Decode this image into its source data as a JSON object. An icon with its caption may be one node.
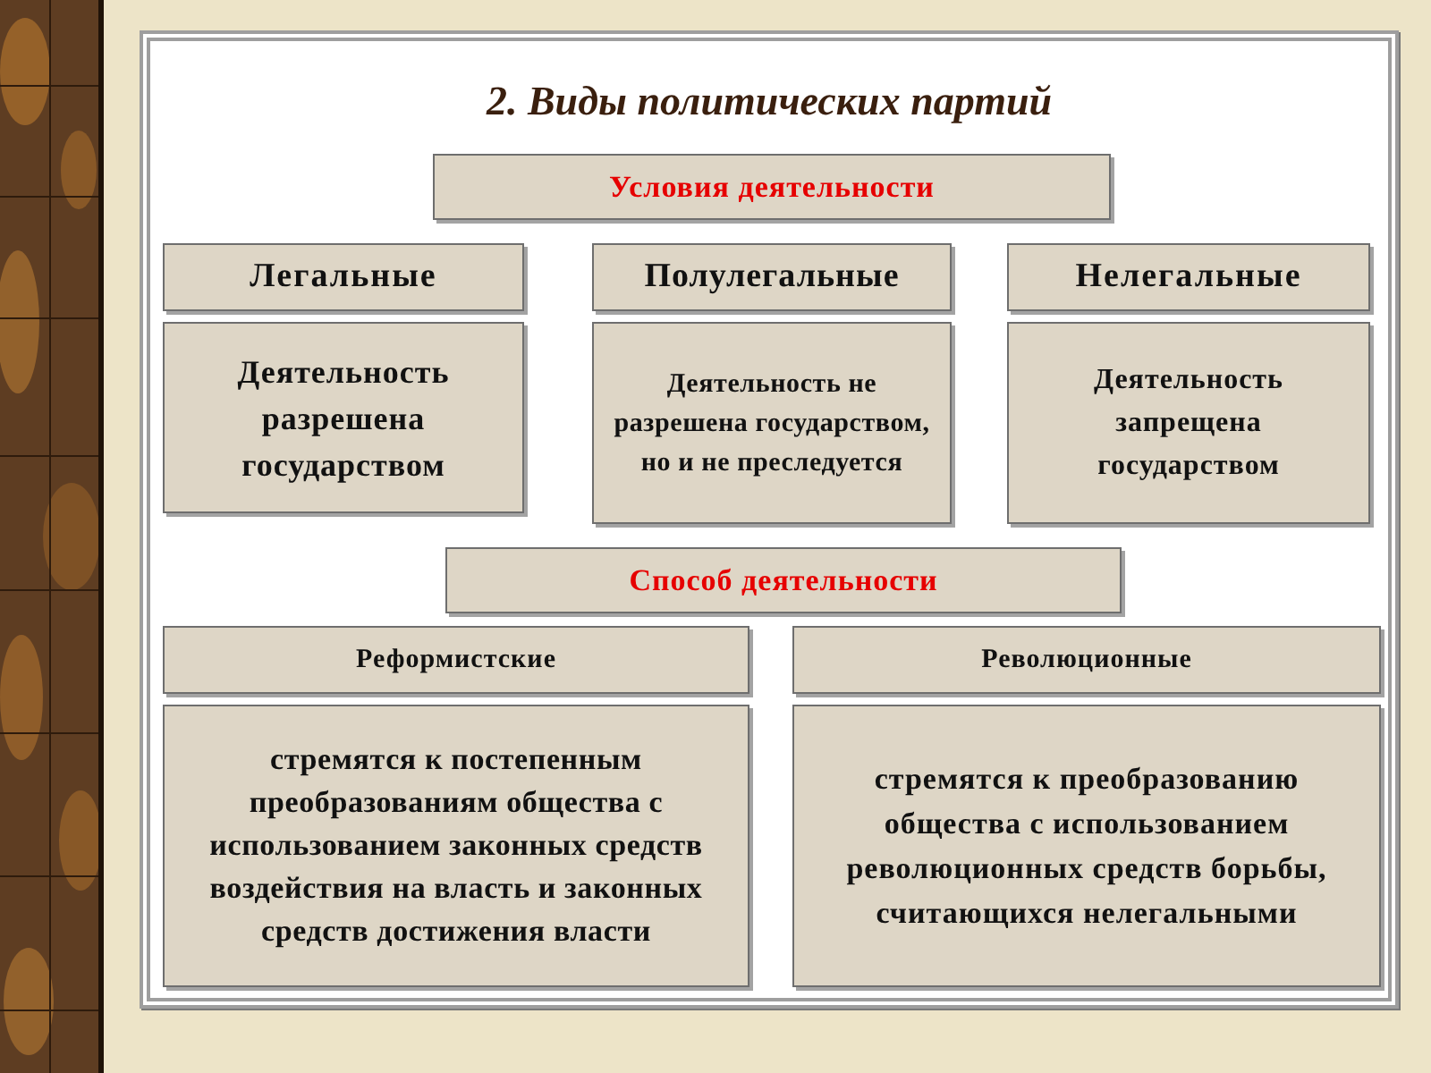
{
  "diagram": {
    "title": "2. Виды политических партий",
    "nodes": [
      {
        "text": [
          "Условия деятельности"
        ]
      },
      {
        "text": [
          "Легальные"
        ]
      },
      {
        "text": [
          "Полулегальные"
        ]
      },
      {
        "text": [
          "Нелегальные"
        ]
      },
      {
        "text": [
          "Деятельность разрешена государством"
        ]
      },
      {
        "text": [
          "Деятельность не разрешена государством, но и не преследуется"
        ]
      },
      {
        "text": [
          "Деятельность запрещена государством"
        ]
      },
      {
        "text": [
          "Способ деятельности"
        ]
      },
      {
        "text": [
          "Реформистские"
        ]
      },
      {
        "text": [
          "Революционные"
        ]
      },
      {
        "text": [
          "стремятся к постепенным преобразованиям общества с использованием законных средств воздействия на власть и законных средств достижения власти"
        ]
      },
      {
        "text": [
          "стремятся к преобразованию общества с использованием революционных средств борьбы, считающихся нелегальными"
        ]
      }
    ]
  }
}
